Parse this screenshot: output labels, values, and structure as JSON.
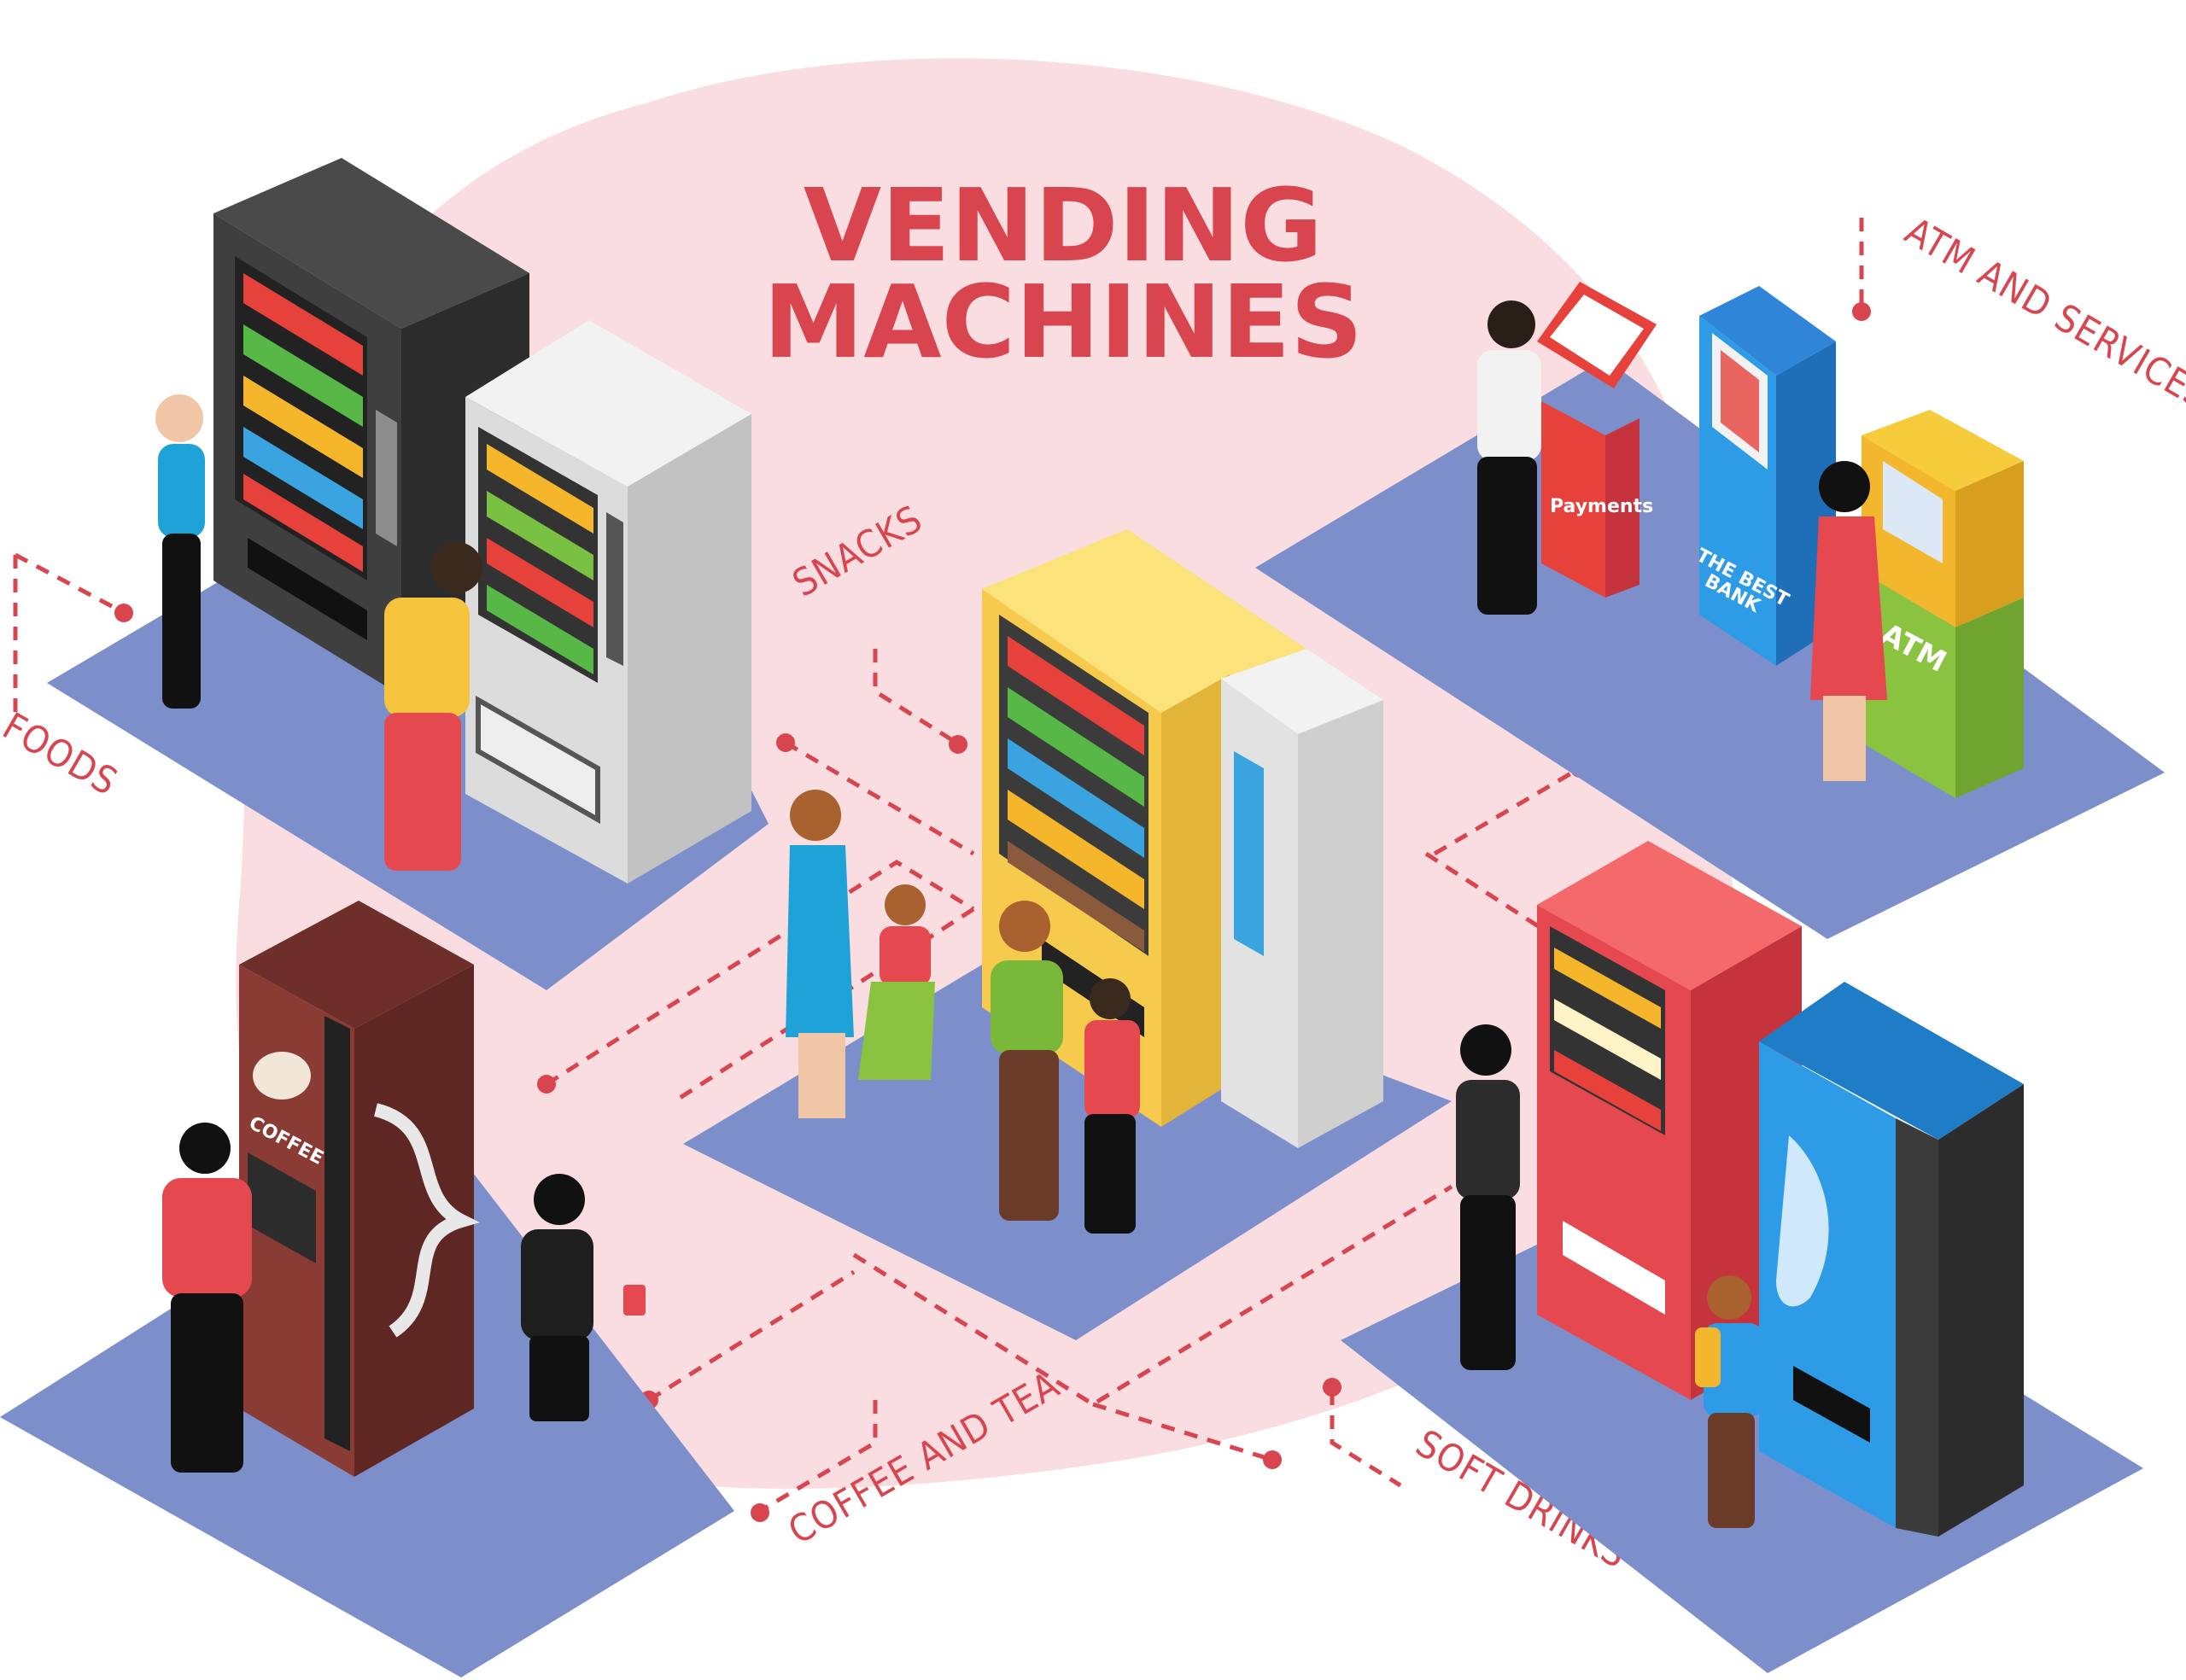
{
  "title": {
    "line1": "VENDING",
    "line2": "MACHINES"
  },
  "categories": {
    "foods": "FOODS",
    "snacks": "SNACKS",
    "atm": "ATM AND SERVICES",
    "coffee": "COFFEE AND TEA",
    "soft_drinks": "SOFT DRINKS"
  },
  "machine_text": {
    "coffee_sign": "COFFEE",
    "payments": "Payments",
    "bank_line1": "THE BEST",
    "bank_line2": "BANK",
    "atm_sign": "ATM"
  },
  "colors": {
    "accent": "#d9454f",
    "blob": "#f9dde0",
    "floor": "#7c8fcb",
    "floor_side": "#6a7dbd"
  }
}
